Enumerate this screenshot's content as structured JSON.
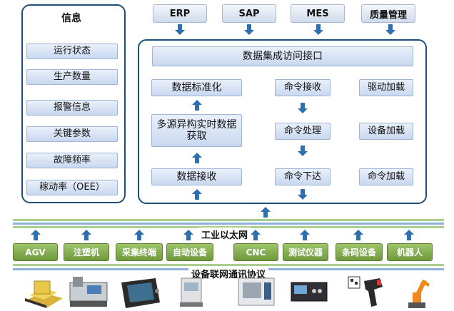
{
  "info_panel": {
    "title": "信息",
    "items": [
      "运行状态",
      "生产数量",
      "报警信息",
      "关键参数",
      "故障频率",
      "稼动率（OEE）"
    ]
  },
  "systems": [
    "ERP",
    "SAP",
    "MES",
    "质量管理"
  ],
  "main_panel": {
    "interface": "数据集成访问接口",
    "data_standardization": "数据标准化",
    "heterogeneous": "多源异构实时数据获取",
    "data_receive": "数据接收",
    "cmd_receive": "命令接收",
    "cmd_process": "命令处理",
    "cmd_issue": "命令下达",
    "driver_load": "驱动加载",
    "device_load": "设备加载",
    "cmd_load": "命令加载"
  },
  "network_label": "工业以太网",
  "devices": [
    "AGV",
    "注塑机",
    "采集终端",
    "自动设备",
    "CNC",
    "测试仪器",
    "条码设备",
    "机器人"
  ],
  "protocol_label": "设备联网通讯协议",
  "colors": {
    "panel_border": "#1f4e79",
    "arrow": "#2e6fb0",
    "device_green": "#7aa84a",
    "bus_green": "#a9d08e",
    "bus_blue": "#8fb0d8"
  }
}
